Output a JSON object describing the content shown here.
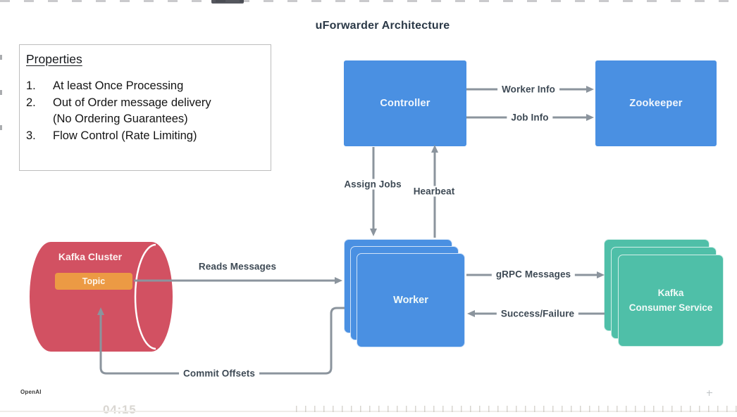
{
  "title": "uForwarder Architecture",
  "watermark": "OpenAI",
  "player": {
    "timestamp": "04:15"
  },
  "colors": {
    "blue": "#4a90e2",
    "teal": "#4fbfa8",
    "red": "#d25162",
    "orange": "#ec9a44",
    "arrow": "#8b949d",
    "label": "#3e4a55",
    "title": "#2b3947"
  },
  "properties": {
    "heading": "Properties",
    "items": [
      {
        "num": "1.",
        "text": "At least Once Processing"
      },
      {
        "num": "2.",
        "text": "Out of Order message delivery\n(No Ordering Guarantees)"
      },
      {
        "num": "3.",
        "text": "Flow Control (Rate Limiting)"
      }
    ]
  },
  "nodes": {
    "controller": "Controller",
    "zookeeper": "Zookeeper",
    "worker": "Worker",
    "kafka_consumer_service": "Kafka\nConsumer Service",
    "kafka_cluster": "Kafka Cluster",
    "topic": "Topic"
  },
  "edges": {
    "worker_info": "Worker Info",
    "job_info": "Job Info",
    "assign_jobs": "Assign Jobs",
    "heartbeat": "Hearbeat",
    "reads_messages": "Reads Messages",
    "grpc_messages": "gRPC Messages",
    "success_failure": "Success/Failure",
    "commit_offsets": "Commit Offsets"
  }
}
